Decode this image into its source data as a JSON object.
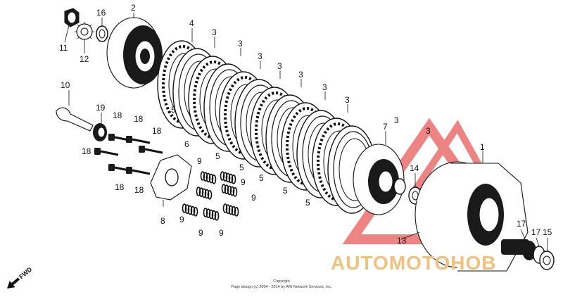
{
  "diagram": {
    "callouts": [
      {
        "id": "c-11",
        "text": "11"
      },
      {
        "id": "c-12",
        "text": "12"
      },
      {
        "id": "c-16",
        "text": "16"
      },
      {
        "id": "c-2",
        "text": "2"
      },
      {
        "id": "c-4",
        "text": "4"
      },
      {
        "id": "c-3a",
        "text": "3"
      },
      {
        "id": "c-3b",
        "text": "3"
      },
      {
        "id": "c-3c",
        "text": "3"
      },
      {
        "id": "c-3d",
        "text": "3"
      },
      {
        "id": "c-3e",
        "text": "3"
      },
      {
        "id": "c-3f",
        "text": "3"
      },
      {
        "id": "c-3g",
        "text": "3"
      },
      {
        "id": "c-3h",
        "text": "3"
      },
      {
        "id": "c-3i",
        "text": "3"
      },
      {
        "id": "c-10",
        "text": "10"
      },
      {
        "id": "c-19",
        "text": "19"
      },
      {
        "id": "c-18a",
        "text": "18"
      },
      {
        "id": "c-18b",
        "text": "18"
      },
      {
        "id": "c-18c",
        "text": "18"
      },
      {
        "id": "c-18d",
        "text": "18"
      },
      {
        "id": "c-18e",
        "text": "18"
      },
      {
        "id": "c-18f",
        "text": "18"
      },
      {
        "id": "c-5a",
        "text": "5"
      },
      {
        "id": "c-6",
        "text": "6"
      },
      {
        "id": "c-5b",
        "text": "5"
      },
      {
        "id": "c-5c",
        "text": "5"
      },
      {
        "id": "c-5d",
        "text": "5"
      },
      {
        "id": "c-5e",
        "text": "5"
      },
      {
        "id": "c-5f",
        "text": "5"
      },
      {
        "id": "c-7",
        "text": "7"
      },
      {
        "id": "c-1",
        "text": "1"
      },
      {
        "id": "c-14",
        "text": "14"
      },
      {
        "id": "c-9a",
        "text": "9"
      },
      {
        "id": "c-9b",
        "text": "9"
      },
      {
        "id": "c-9c",
        "text": "9"
      },
      {
        "id": "c-9d",
        "text": "9"
      },
      {
        "id": "c-9e",
        "text": "9"
      },
      {
        "id": "c-9f",
        "text": "9"
      },
      {
        "id": "c-8",
        "text": "8"
      },
      {
        "id": "c-13",
        "text": "13"
      },
      {
        "id": "c-17a",
        "text": "17"
      },
      {
        "id": "c-17b",
        "text": "17"
      },
      {
        "id": "c-15",
        "text": "15"
      }
    ],
    "fwd_label": "FWD"
  },
  "watermark": {
    "text": "AUTOMOTOHOB",
    "triangle_color": "#e02020",
    "text_color": "#f0c080"
  },
  "footer": {
    "line1": "Copyright",
    "line2": "Page design (c) 2004 - 2014 by ARI Network Services, Inc."
  }
}
